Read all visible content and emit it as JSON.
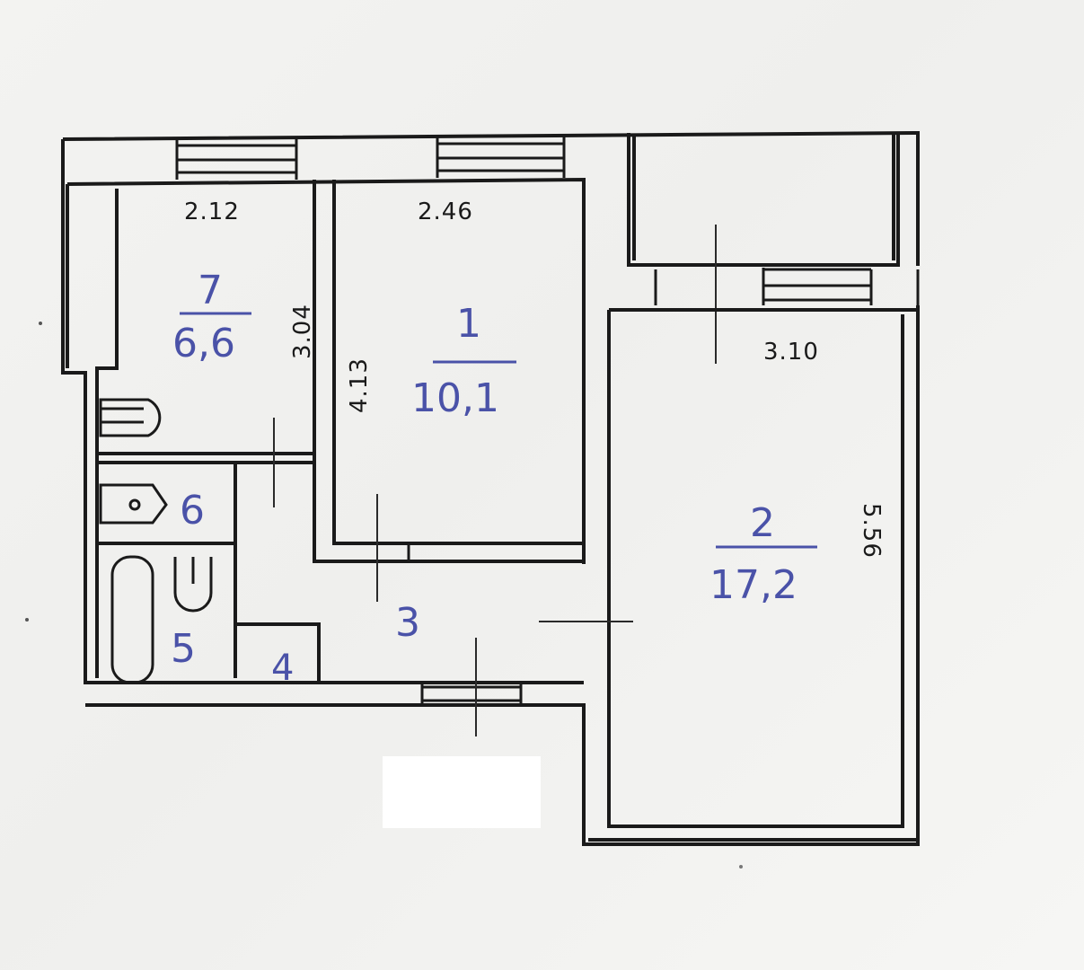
{
  "rooms": [
    {
      "number": "7",
      "area": "6,6",
      "width_label": "2.12",
      "length_label": "3.04"
    },
    {
      "number": "1",
      "area": "10,1",
      "width_label": "2.46",
      "length_label": "4.13"
    },
    {
      "number": "2",
      "area": "17,2",
      "width_label": "3.10",
      "length_label": "5.56"
    },
    {
      "number": "3"
    },
    {
      "number": "4"
    },
    {
      "number": "5"
    },
    {
      "number": "6"
    }
  ],
  "colors": {
    "ink": "#1a1a1a",
    "room_numbers": "#4a52a8",
    "paper": "#f3f3f1"
  }
}
